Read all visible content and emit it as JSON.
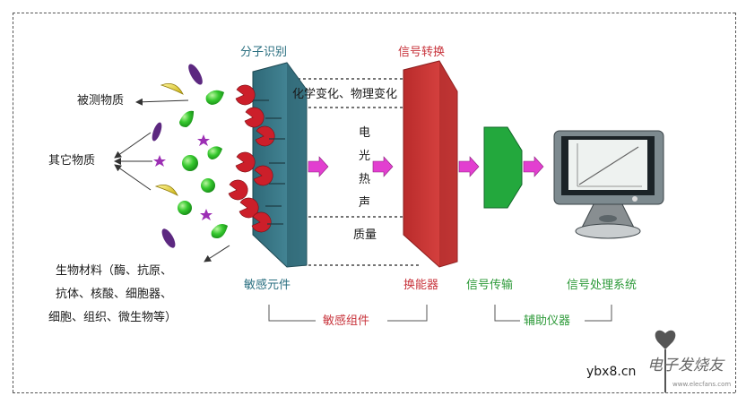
{
  "labels": {
    "molecular_recognition": "分子识别",
    "signal_conversion": "信号转换",
    "target_substance": "被测物质",
    "other_substances": "其它物质",
    "bio_material_line1": "生物材料（酶、抗原、",
    "bio_material_line2": "抗体、核酸、细胞器、",
    "bio_material_line3": "细胞、组织、微生物等）",
    "changes": "化学变化、物理变化",
    "stack": [
      "电",
      "光",
      "热",
      "声",
      "质量"
    ],
    "sensitive_element": "敏感元件",
    "transducer": "换能器",
    "signal_transmission": "信号传输",
    "signal_processing": "信号处理系统",
    "sensitive_component": "敏感组件",
    "auxiliary_instrument": "辅助仪器"
  },
  "watermark": {
    "site": "ybx8.cn",
    "logo_text": "电子发烧友",
    "logo_url": "www.elecfans.com"
  },
  "colors": {
    "teal_panel": "#3f7d8c",
    "red_panel": "#d63a3a",
    "green_label": "#2e9a3a",
    "red_label": "#c8343c",
    "arrow_pink": "#e040c8",
    "receptor_red": "#cc1f2a",
    "green_blob": "#33c52e"
  }
}
